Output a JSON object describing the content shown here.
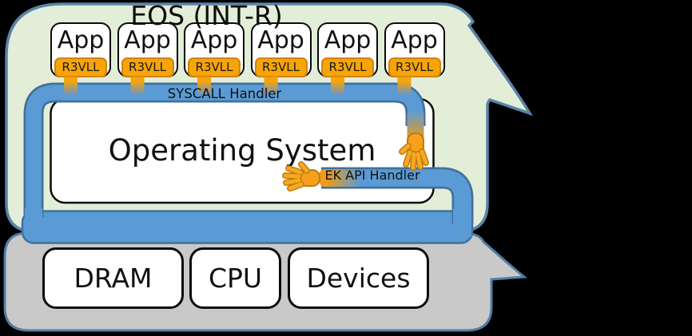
{
  "apps": {
    "count": 6,
    "label": "App",
    "badge_label": "R3VLL"
  },
  "os_box": {
    "label": "Operating System"
  },
  "pipe_labels": {
    "syscall": "SYSCALL Handler",
    "ek_api": "EK API Handler"
  },
  "eos_bar": {
    "label": "EOS (INT-R)"
  },
  "hardware": {
    "items": [
      {
        "label": "DRAM"
      },
      {
        "label": "CPU"
      },
      {
        "label": "Devices"
      }
    ]
  },
  "colors": {
    "background": "#000000",
    "bubble_green_fill": "#e3eed9",
    "bubble_green_stroke": "#5b84a8",
    "bubble_gray_fill": "#c9c9c9",
    "bubble_gray_stroke": "#527ea6",
    "pipe_blue": "#5b9bd5",
    "pipe_stroke": "#41719c",
    "orange": "#f7a408",
    "orange_border": "#d3830a",
    "hand_orange": "#f6a01c",
    "box_fill": "#ffffff",
    "box_border": "#0b0b0b",
    "text": "#111111"
  }
}
